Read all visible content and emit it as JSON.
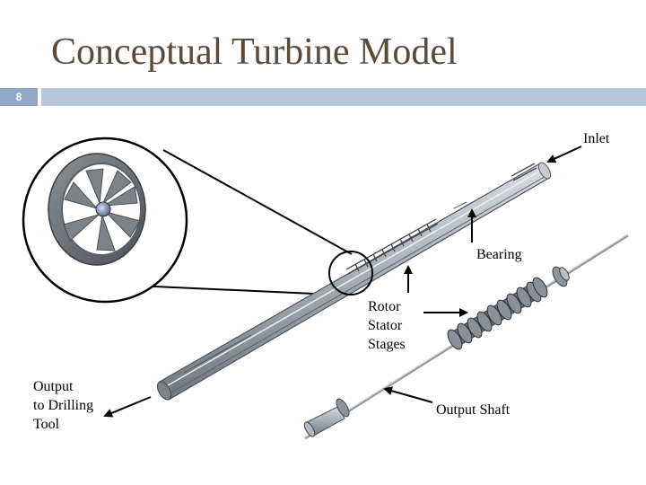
{
  "slide": {
    "title": "Conceptual Turbine Model",
    "number": "8"
  },
  "labels": {
    "inlet": "Inlet",
    "bearing": "Bearing",
    "rotor": "Rotor",
    "stator": "Stator",
    "stages": "Stages",
    "output_line1": "Output",
    "output_line2": "to Drilling",
    "output_line3": "Tool",
    "output_shaft": "Output Shaft"
  },
  "colors": {
    "title": "#5a4a3c",
    "header_bar": "#b7c7d8",
    "slide_number_box": "#8fa9c4",
    "metal": "#9ea4ab"
  }
}
